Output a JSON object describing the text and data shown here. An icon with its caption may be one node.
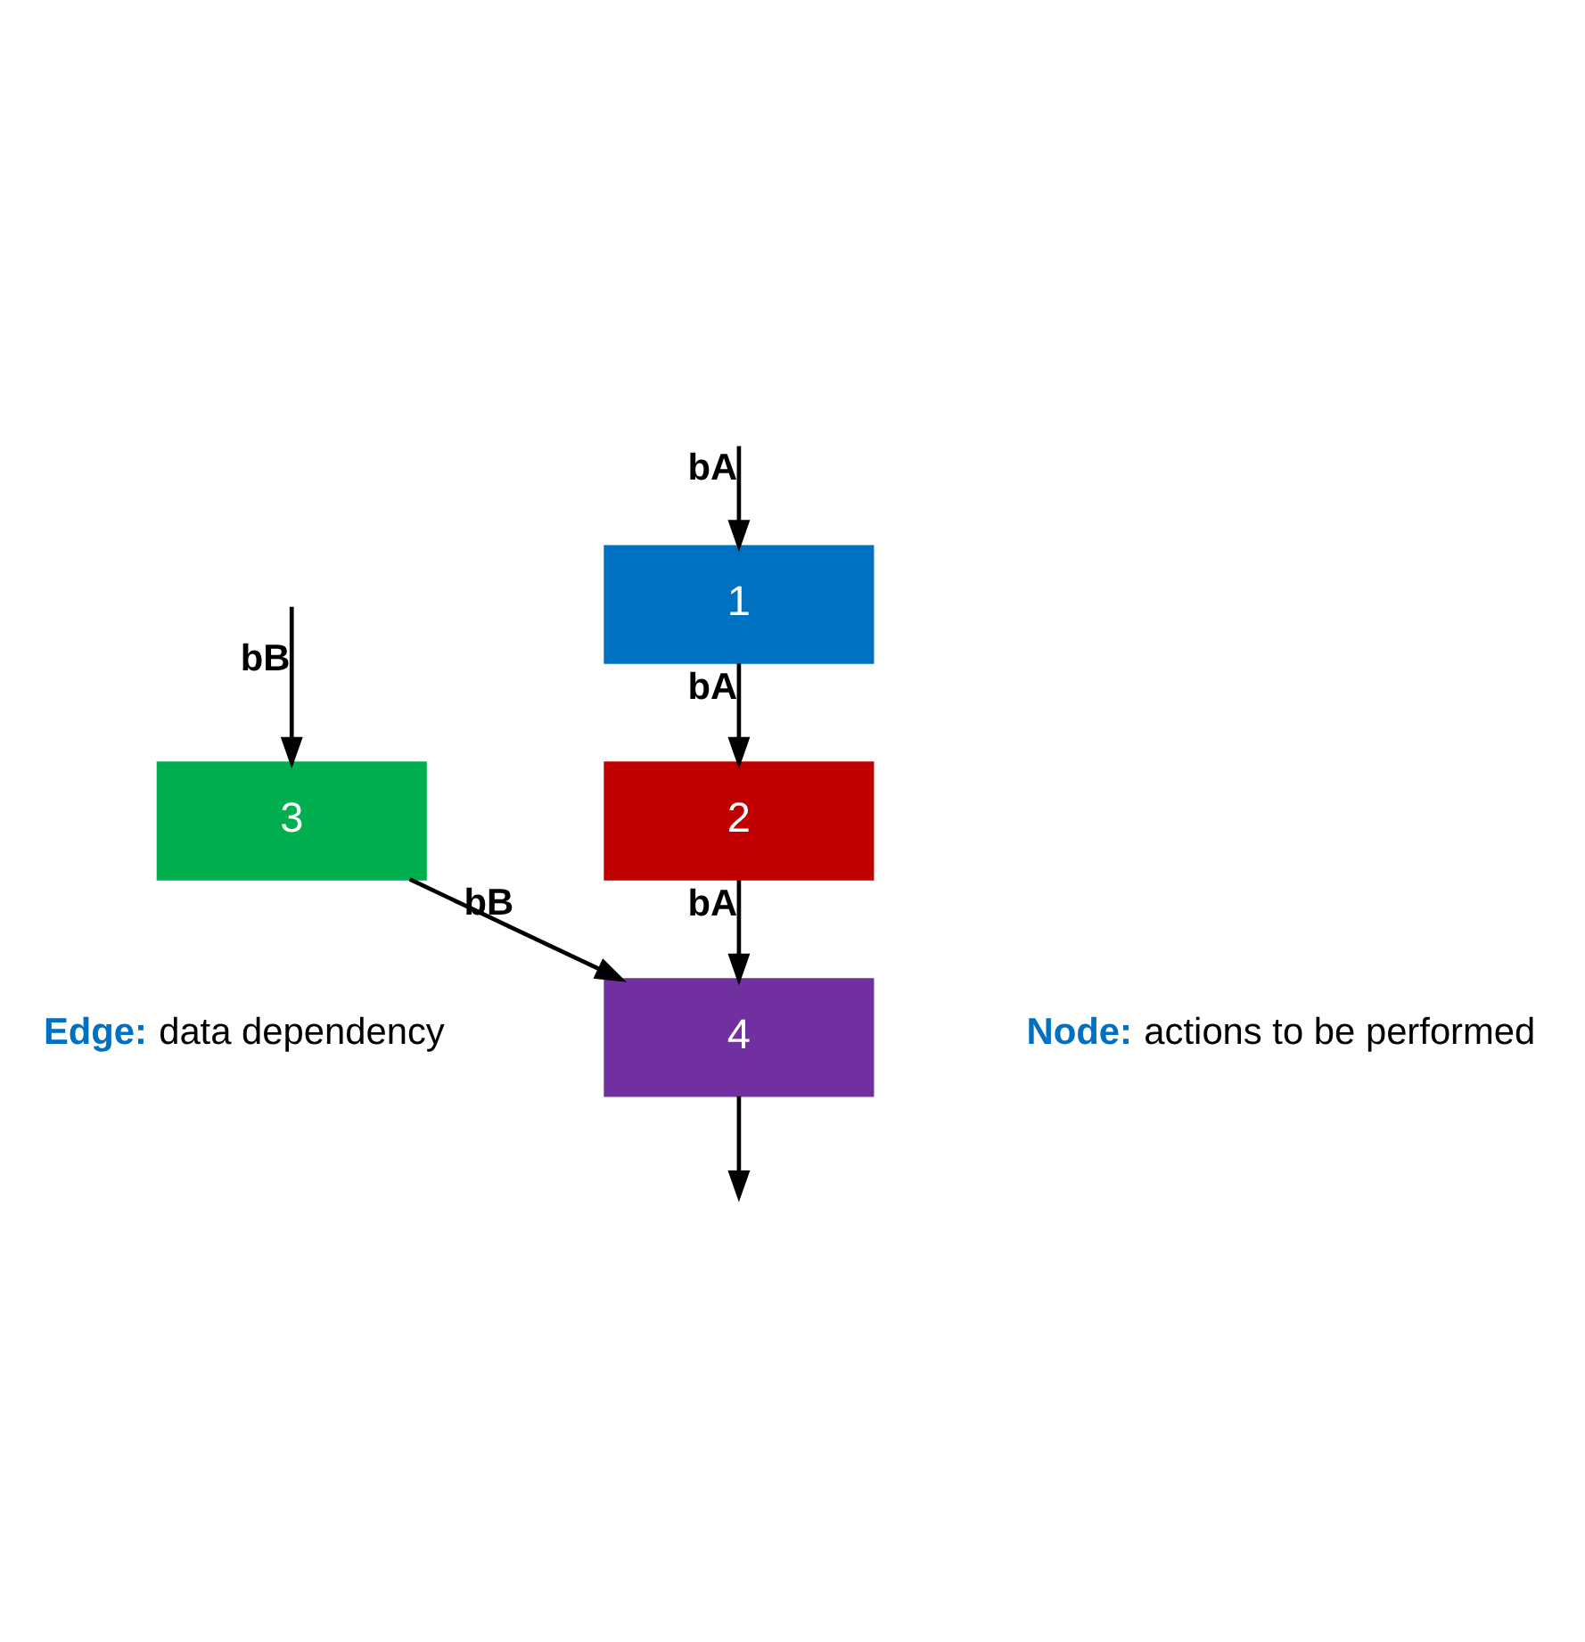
{
  "diagram": {
    "nodes": [
      {
        "text": [
          "1"
        ]
      },
      {
        "text": [
          "2"
        ]
      },
      {
        "text": [
          "3"
        ]
      },
      {
        "text": [
          "4"
        ]
      }
    ],
    "edges": [
      {
        "from": null,
        "to": 0,
        "arrow": "to",
        "label": "bA"
      },
      {
        "from": null,
        "to": 2,
        "arrow": "to",
        "label": "bB"
      },
      {
        "from": 0,
        "to": 1,
        "arrow": "to",
        "label": "bA"
      },
      {
        "from": 1,
        "to": 3,
        "arrow": "to",
        "label": "bA"
      },
      {
        "from": 2,
        "to": 3,
        "arrow": "to",
        "label": "bB"
      },
      {
        "from": 3,
        "to": null,
        "arrow": "to"
      }
    ],
    "labels": [
      "**Edge:** data dependency",
      "**Node:** actions to be performed"
    ]
  }
}
